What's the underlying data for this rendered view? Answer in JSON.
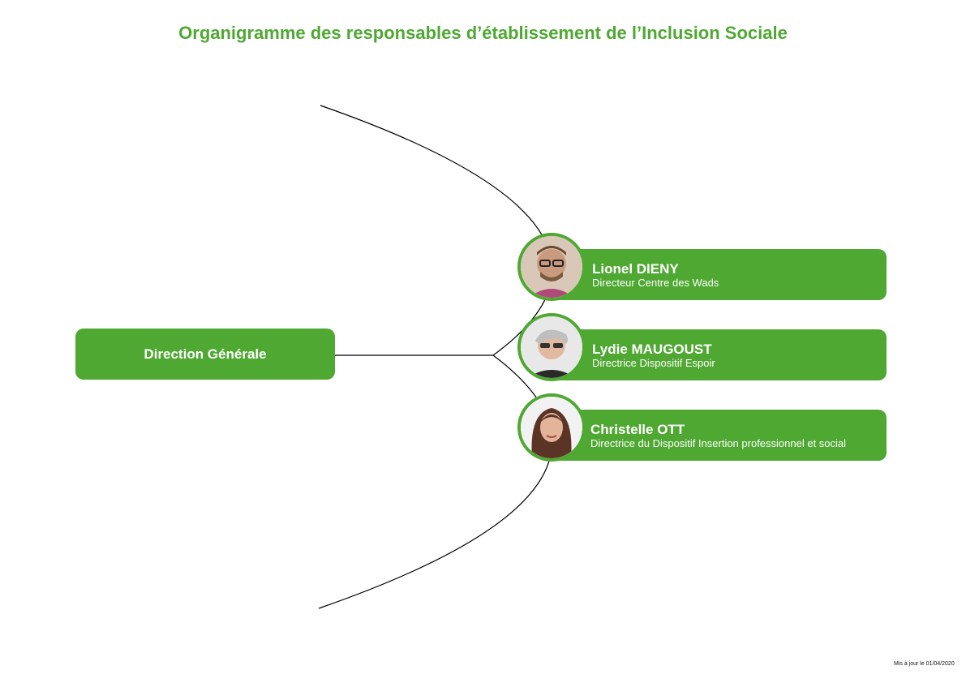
{
  "title": "Organigramme des responsables d’établissement de l’Inclusion Sociale",
  "colors": {
    "accent": "#4fa832",
    "text_on_accent": "#ffffff"
  },
  "root": {
    "label": "Direction Générale"
  },
  "people": [
    {
      "name": "Lionel DIENY",
      "role": "Directeur Centre des Wads",
      "photo": "portrait-photo"
    },
    {
      "name": "Lydie MAUGOUST",
      "role": "Directrice Dispositif Espoir",
      "photo": "portrait-photo"
    },
    {
      "name": "Christelle OTT",
      "role": "Directrice du Dispositif Insertion professionnel et social",
      "photo": "portrait-photo"
    }
  ],
  "footer": {
    "updated": "Mis à jour le 01/04/2020"
  }
}
